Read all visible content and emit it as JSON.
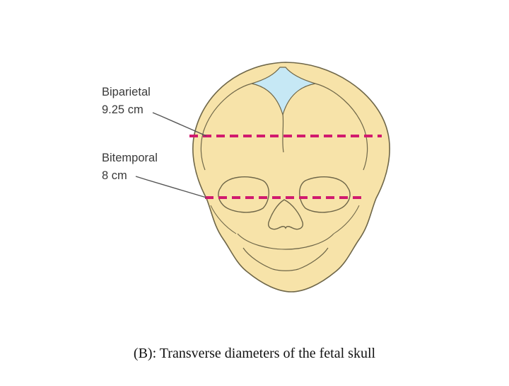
{
  "labels": {
    "biparietal": {
      "line1": "Biparietal",
      "line2": "9.25 cm"
    },
    "bitemporal": {
      "line1": "Bitemporal",
      "line2": "8 cm"
    }
  },
  "caption": "(B): Transverse diameters of the fetal skull",
  "colors": {
    "skull_fill": "#f7e3a9",
    "skull_outline": "#6e6648",
    "fontanelle": "#c6e8f5",
    "diameter_line": "#d11a6e",
    "leader_line": "#555555"
  }
}
